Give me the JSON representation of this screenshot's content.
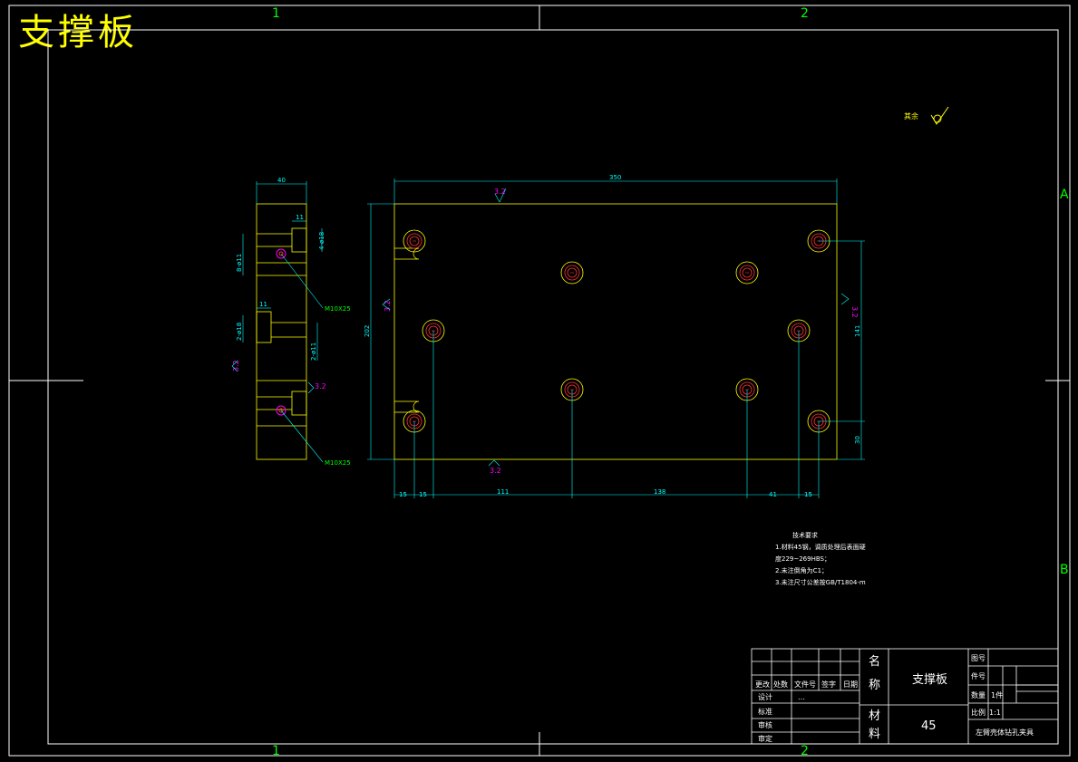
{
  "drawing_title": "支撑板",
  "zones": {
    "top_1": "1",
    "top_2": "2",
    "bottom_1": "1",
    "bottom_2": "2",
    "right_a": "A",
    "right_b": "B"
  },
  "corner_symbol": "其余",
  "dimensions": {
    "side_width": "40",
    "side_counterbore": "11",
    "side_dia_top": "4-ø18",
    "side_hole_top": "8-ø11",
    "side_counterbore_mid": "11",
    "side_dia_mid": "2-ø18",
    "side_hole_mid": "2-ø11",
    "thread_top": "M10X25",
    "thread_bottom": "M10X25",
    "length": "350",
    "height": "202",
    "right_pitch": "141",
    "right_offset": "30",
    "bottom": [
      "15",
      "15",
      "111",
      "138",
      "41",
      "15"
    ]
  },
  "roughness": {
    "top_face": "3.2",
    "left_face": "3.2",
    "right_face": "3.2",
    "bottom_face": "3.2",
    "side_left": "3.2",
    "side_right": "3.2"
  },
  "notes": {
    "title": "技术要求",
    "lines": [
      "1.材料45钢，调质处理后表面硬",
      "度229~269HBS；",
      "2.未注倒角为C1；",
      "3.未注尺寸公差按GB/T1804-m"
    ]
  },
  "title_block": {
    "name_label_1": "名",
    "name_label_2": "称",
    "part_name": "支撑板",
    "material_label_1": "材",
    "material_label_2": "料",
    "material": "45",
    "drawing_no_label": "图号",
    "item_no_label": "件号",
    "quantity_label": "数量",
    "quantity": "1件",
    "scale_label": "比例",
    "scale": "1:1",
    "assembly": "左臂壳体钻孔夹具",
    "rev_headers": [
      "更改",
      "处数",
      "文件号",
      "签字",
      "日期"
    ],
    "rows": [
      "设计",
      "标准",
      "审核",
      "审定"
    ],
    "designer": "…"
  }
}
